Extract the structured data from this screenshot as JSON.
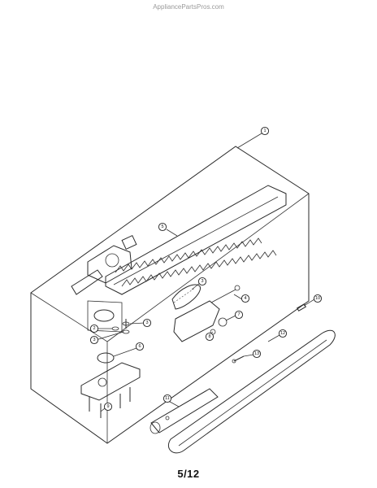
{
  "header": {
    "watermark": "AppliancePartsPros.com"
  },
  "footer": {
    "page_number": "5/12"
  },
  "callouts": [
    "1",
    "2",
    "3",
    "3",
    "3",
    "4",
    "5",
    "6",
    "7",
    "8",
    "9",
    "10",
    "11",
    "12",
    "13"
  ]
}
